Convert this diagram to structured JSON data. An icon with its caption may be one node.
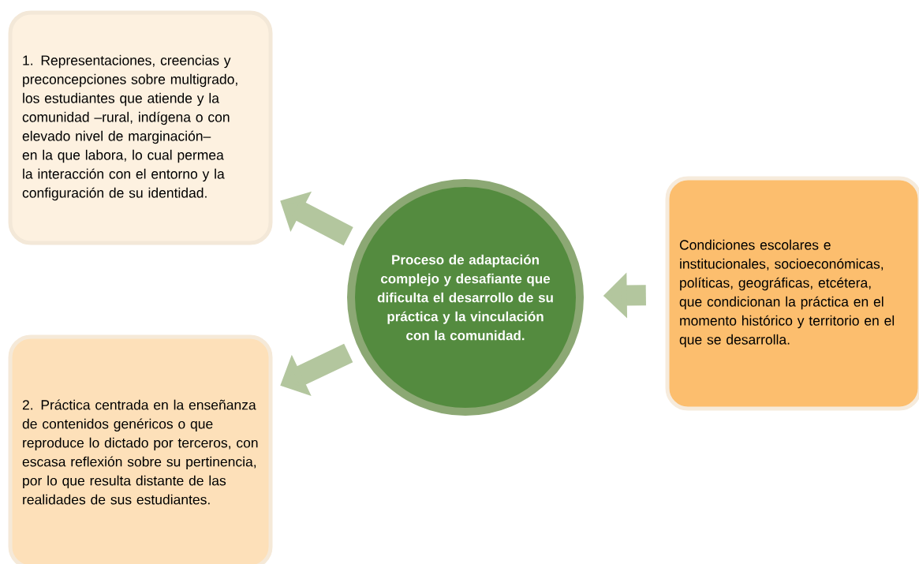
{
  "diagram": {
    "nodes": [
      {
        "text": [
          "1. Representaciones, creencias y preconcepciones sobre multigrado, los estudiantes que atiende y la comunidad –rural, indígena o con elevado nivel de marginación– en la que labora, lo cual permea la interacción con el entorno y la configuración de su identidad."
        ]
      },
      {
        "text": [
          "Proceso de adaptación complejo y desafiante que dificulta el desarrollo de su práctica y la vinculación con la comunidad."
        ]
      },
      {
        "text": [
          "Condiciones escolares e institucionales, socioeconómicas, políticas, geográficas, etcétera, que condicionan la práctica en el momento histórico y territorio en el que se desarrolla."
        ]
      },
      {
        "text": [
          "2. Práctica centrada en la enseñanza de contenidos genéricos o que reproduce lo dictado por terceros, con escasa reflexión sobre su pertinencia, por lo que resulta distante de las realidades de sus estudiantes."
        ]
      }
    ],
    "edges": [
      {
        "from": 1,
        "to": 0,
        "arrow": "to"
      },
      {
        "from": 1,
        "to": 3,
        "arrow": "to"
      },
      {
        "from": 2,
        "to": 1,
        "arrow": "to"
      }
    ]
  }
}
